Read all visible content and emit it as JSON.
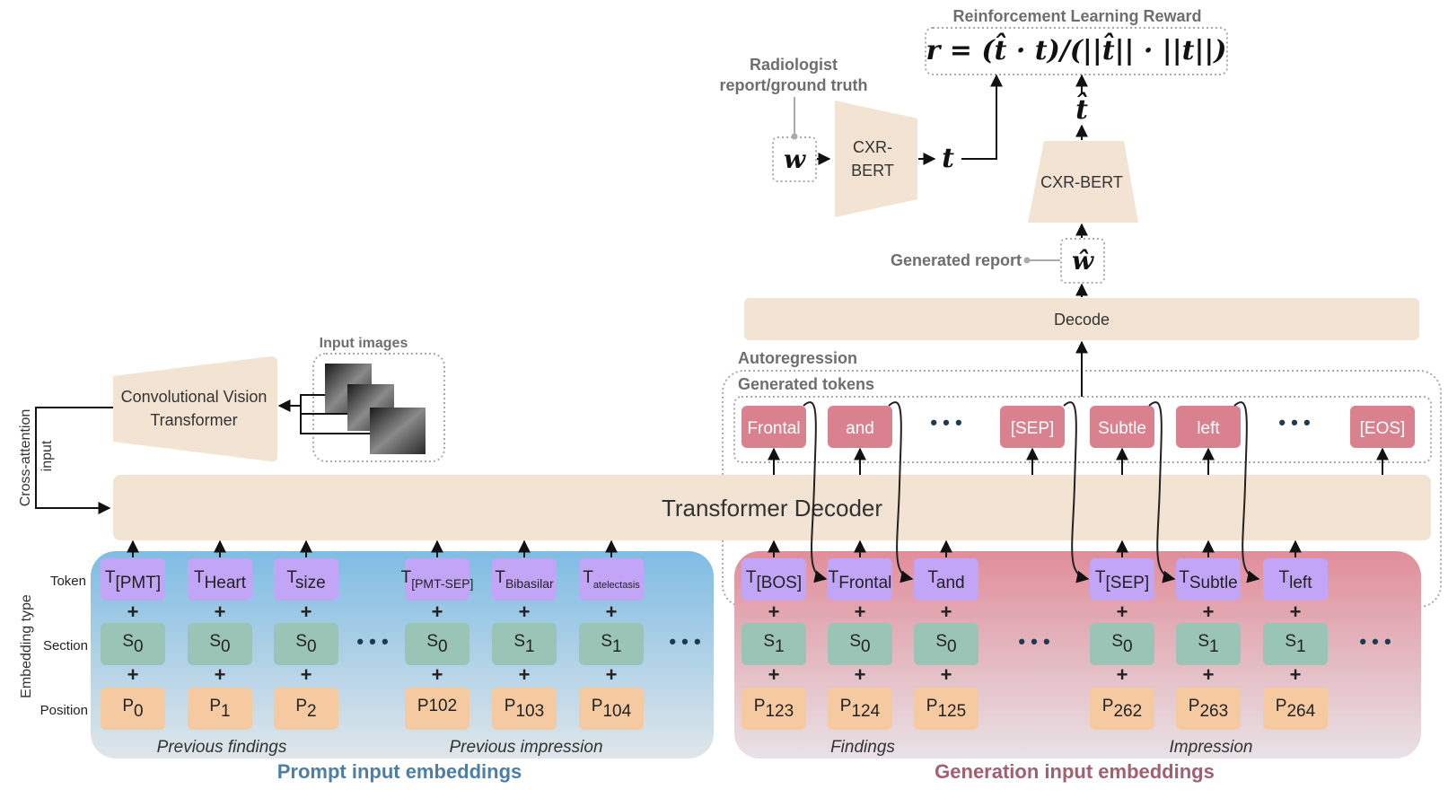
{
  "colors": {
    "beige": "#f2e3d3",
    "pink_token": "#d9818e",
    "purple_token": "#c3a5f7",
    "green_section": "#9ac5b6",
    "orange_position": "#f6caa0",
    "prompt_bg_top": "#7fbce3",
    "prompt_bg_bottom": "#dfe6ea",
    "gen_bg_top": "#e08e9a",
    "gen_bg_bottom": "#e8e2e6",
    "prompt_title": "#4d7fa6",
    "gen_title": "#a0606e",
    "dark_text": "#262626",
    "gray_label": "#6e6e6e"
  },
  "reward": {
    "title": "Reinforcement Learning Reward",
    "formula": "r = (t̂ · t)/(||t̂|| · ||t||)"
  },
  "radiologist": {
    "line1": "Radiologist",
    "line2": "report/ground truth"
  },
  "symbols": {
    "w": "w",
    "w_hat": "ŵ",
    "t": "t",
    "t_hat": "t̂"
  },
  "cxr_bert_left": {
    "line1": "CXR-",
    "line2": "BERT"
  },
  "cxr_bert_right": "CXR-BERT",
  "generated_report_label": "Generated report",
  "decode_label": "Decode",
  "autoregression_label": "Autoregression",
  "generated_tokens_label": "Generated tokens",
  "generated_tokens": [
    "Frontal",
    "and",
    "[SEP]",
    "Subtle",
    "left",
    "[EOS]"
  ],
  "ellipsis": "• • •",
  "input_images_label": "Input images",
  "vision_transformer": {
    "line1": "Convolutional Vision",
    "line2": "Transformer"
  },
  "cross_attention": {
    "line1": "Cross-attention",
    "line2": "input"
  },
  "transformer_decoder": "Transformer Decoder",
  "embedding_type_label": "Embedding type",
  "row_labels": {
    "token": "Token",
    "section": "Section",
    "position": "Position"
  },
  "plus": "+",
  "prompt_columns": [
    {
      "token_base": "T",
      "token_sub": "[PMT]",
      "section_base": "S",
      "section_sub": "0",
      "position_base": "P",
      "position_sub": "0"
    },
    {
      "token_base": "T",
      "token_sub": "Heart",
      "section_base": "S",
      "section_sub": "0",
      "position_base": "P",
      "position_sub": "1"
    },
    {
      "token_base": "T",
      "token_sub": "size",
      "section_base": "S",
      "section_sub": "0",
      "position_base": "P",
      "position_sub": "2"
    },
    {
      "token_base": "T",
      "token_sub": "[PMT-SEP]",
      "section_base": "S",
      "section_sub": "0",
      "position_base": "P102",
      "position_sub": ""
    },
    {
      "token_base": "T",
      "token_sub": "Bibasilar",
      "section_base": "S",
      "section_sub": "1",
      "position_base": "P",
      "position_sub": "103"
    },
    {
      "token_base": "T",
      "token_sub": "atelectasis",
      "section_base": "S",
      "section_sub": "1",
      "position_base": "P",
      "position_sub": "104"
    }
  ],
  "gen_columns": [
    {
      "token_base": "T",
      "token_sub": "[BOS]",
      "section_base": "S",
      "section_sub": "1",
      "position_base": "P",
      "position_sub": "123"
    },
    {
      "token_base": "T",
      "token_sub": "Frontal",
      "section_base": "S",
      "section_sub": "0",
      "position_base": "P",
      "position_sub": "124"
    },
    {
      "token_base": "T",
      "token_sub": "and",
      "section_base": "S",
      "section_sub": "0",
      "position_base": "P",
      "position_sub": "125"
    },
    {
      "token_base": "T",
      "token_sub": "[SEP]",
      "section_base": "S",
      "section_sub": "0",
      "position_base": "P",
      "position_sub": "262"
    },
    {
      "token_base": "T",
      "token_sub": "Subtle",
      "section_base": "S",
      "section_sub": "1",
      "position_base": "P",
      "position_sub": "263"
    },
    {
      "token_base": "T",
      "token_sub": "left",
      "section_base": "S",
      "section_sub": "1",
      "position_base": "P",
      "position_sub": "264"
    }
  ],
  "prompt_sections": {
    "findings": "Previous findings",
    "impression": "Previous impression"
  },
  "gen_sections": {
    "findings": "Findings",
    "impression": "Impression"
  },
  "prompt_title": "Prompt input embeddings",
  "gen_title": "Generation input embeddings"
}
